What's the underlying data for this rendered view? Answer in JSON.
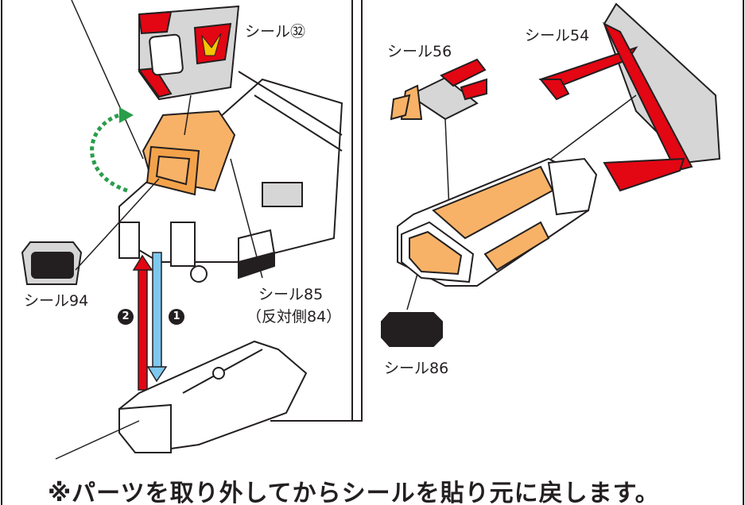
{
  "labels": {
    "seal_92": "シール㉜",
    "seal_94": "シール94",
    "seal_85": "シール85",
    "seal_85_sub": "（反対側84）",
    "seal_56": "シール56",
    "seal_54": "シール54",
    "seal_86": "シール86"
  },
  "steps": {
    "step_1": "1",
    "step_2": "2"
  },
  "note": "※パーツを取り外してからシールを貼り元に戻します。",
  "colors": {
    "orange": "#f7b267",
    "red": "#e30613",
    "blue": "#7ec8ef",
    "green": "#2a9d4b",
    "gray": "#d6d6d6",
    "outline": "#231f20"
  }
}
